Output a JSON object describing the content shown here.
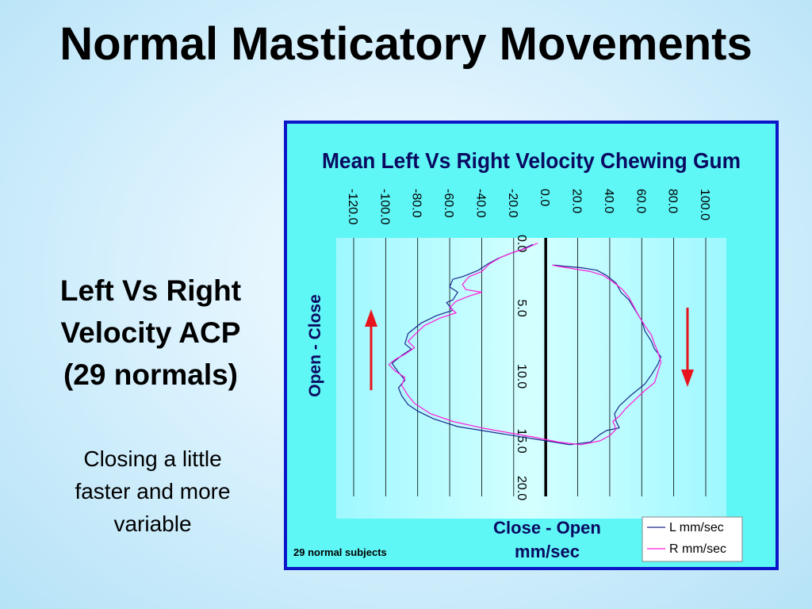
{
  "slide": {
    "title": "Normal Masticatory Movements",
    "heading_lines": [
      "Left Vs Right",
      "Velocity ACP",
      "(29 normals)"
    ],
    "note_lines": [
      "Closing a little",
      "faster and more",
      "variable"
    ]
  },
  "colors": {
    "frame_border": "#0b16c8",
    "chart_bg": "#5ff6f6",
    "plot_bg": "#a9fbff",
    "arrow": "#e8141c",
    "series_L": "#1a2a8c",
    "series_R": "#ff1ad9"
  },
  "chart_data": {
    "type": "line",
    "title": "Mean Left Vs Right Velocity Chewing Gum",
    "xlabel": "Close - Open mm/sec",
    "xlabel_lines": [
      "Close - Open",
      "mm/sec"
    ],
    "ylabel": "Open - Close",
    "xlim": [
      -120,
      100
    ],
    "ylim": [
      0,
      20
    ],
    "y_inverted": true,
    "x_ticks": [
      "-120.0",
      "-100.0",
      "-80.0",
      "-60.0",
      "-40.0",
      "-20.0",
      "0.0",
      "20.0",
      "40.0",
      "60.0",
      "80.0",
      "100.0"
    ],
    "y_ticks": [
      "0.0",
      "5.0",
      "10.0",
      "15.0",
      "20.0"
    ],
    "grid": "vertical",
    "legend_position": "bottom-right",
    "footnote": "29 normal subjects",
    "arrows": [
      {
        "name": "opening-arrow",
        "side": "left",
        "direction": "up"
      },
      {
        "name": "closing-arrow",
        "side": "right",
        "direction": "down"
      }
    ],
    "series": [
      {
        "name": "L mm/sec",
        "points": [
          [
            -8,
            0.5
          ],
          [
            -15,
            0.9
          ],
          [
            -22,
            1.2
          ],
          [
            -30,
            1.6
          ],
          [
            -36,
            2.0
          ],
          [
            -42,
            2.5
          ],
          [
            -52,
            3.0
          ],
          [
            -58,
            3.2
          ],
          [
            -60,
            3.8
          ],
          [
            -55,
            4.2
          ],
          [
            -58,
            4.8
          ],
          [
            -62,
            5.0
          ],
          [
            -58,
            5.6
          ],
          [
            -68,
            6.0
          ],
          [
            -78,
            6.6
          ],
          [
            -86,
            7.4
          ],
          [
            -88,
            8.2
          ],
          [
            -84,
            8.6
          ],
          [
            -90,
            9.1
          ],
          [
            -96,
            9.7
          ],
          [
            -92,
            10.4
          ],
          [
            -88,
            11.0
          ],
          [
            -92,
            11.6
          ],
          [
            -90,
            12.2
          ],
          [
            -86,
            12.9
          ],
          [
            -80,
            13.4
          ],
          [
            -70,
            14.0
          ],
          [
            -55,
            14.6
          ],
          [
            -35,
            15.0
          ],
          [
            -15,
            15.4
          ],
          [
            5,
            15.8
          ],
          [
            15,
            16.0
          ],
          [
            28,
            15.8
          ],
          [
            34,
            15.2
          ],
          [
            38,
            14.9
          ],
          [
            46,
            14.7
          ],
          [
            44,
            14.2
          ],
          [
            43,
            13.6
          ],
          [
            46,
            13.0
          ],
          [
            53,
            12.2
          ],
          [
            62,
            11.3
          ],
          [
            66,
            10.6
          ],
          [
            70,
            9.8
          ],
          [
            72,
            9.2
          ],
          [
            68,
            8.6
          ],
          [
            66,
            8.0
          ],
          [
            62,
            7.2
          ],
          [
            60,
            6.4
          ],
          [
            56,
            5.6
          ],
          [
            52,
            4.8
          ],
          [
            47,
            4.2
          ],
          [
            44,
            3.5
          ],
          [
            38,
            2.9
          ],
          [
            32,
            2.5
          ],
          [
            22,
            2.3
          ],
          [
            12,
            2.2
          ],
          [
            5,
            2.1
          ]
        ]
      },
      {
        "name": "R mm/sec",
        "points": [
          [
            -5,
            0.4
          ],
          [
            -12,
            0.8
          ],
          [
            -20,
            1.1
          ],
          [
            -28,
            1.5
          ],
          [
            -35,
            2.0
          ],
          [
            -40,
            2.6
          ],
          [
            -48,
            3.0
          ],
          [
            -52,
            3.6
          ],
          [
            -50,
            4.0
          ],
          [
            -40,
            4.2
          ],
          [
            -48,
            4.5
          ],
          [
            -56,
            4.9
          ],
          [
            -60,
            5.4
          ],
          [
            -56,
            5.8
          ],
          [
            -66,
            6.2
          ],
          [
            -76,
            6.8
          ],
          [
            -82,
            7.5
          ],
          [
            -86,
            8.0
          ],
          [
            -82,
            8.5
          ],
          [
            -88,
            9.0
          ],
          [
            -94,
            9.4
          ],
          [
            -98,
            9.8
          ],
          [
            -94,
            10.3
          ],
          [
            -88,
            10.8
          ],
          [
            -90,
            11.4
          ],
          [
            -86,
            12.2
          ],
          [
            -82,
            12.8
          ],
          [
            -72,
            13.6
          ],
          [
            -58,
            14.2
          ],
          [
            -40,
            14.7
          ],
          [
            -22,
            15.1
          ],
          [
            -8,
            15.4
          ],
          [
            8,
            15.8
          ],
          [
            22,
            16.0
          ],
          [
            34,
            15.7
          ],
          [
            40,
            15.3
          ],
          [
            44,
            14.8
          ],
          [
            42,
            14.2
          ],
          [
            46,
            13.8
          ],
          [
            50,
            13.2
          ],
          [
            56,
            12.5
          ],
          [
            62,
            11.8
          ],
          [
            68,
            11.2
          ],
          [
            70,
            10.4
          ],
          [
            72,
            9.6
          ],
          [
            70,
            8.8
          ],
          [
            68,
            8.2
          ],
          [
            66,
            7.5
          ],
          [
            62,
            6.8
          ],
          [
            58,
            6.0
          ],
          [
            55,
            5.3
          ],
          [
            52,
            4.6
          ],
          [
            48,
            4.0
          ],
          [
            42,
            3.4
          ],
          [
            36,
            2.9
          ],
          [
            28,
            2.6
          ],
          [
            18,
            2.4
          ],
          [
            8,
            2.2
          ],
          [
            4,
            2.1
          ]
        ]
      }
    ]
  }
}
